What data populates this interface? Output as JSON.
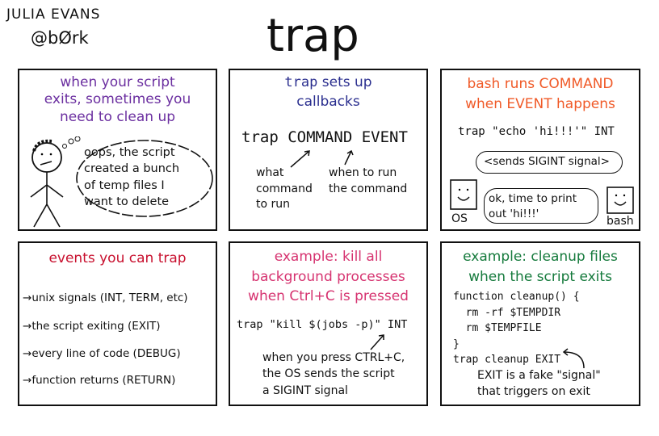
{
  "author": {
    "name": "JULIA EVANS",
    "handle": "@bØrk"
  },
  "title": "trap",
  "colors": {
    "purple": "#6b2fa0",
    "navy": "#2b2f8f",
    "orange": "#f05a28",
    "red": "#c8102e",
    "pink": "#d63370",
    "green": "#157a3c"
  },
  "panels": {
    "p1": {
      "heading": "when your script\nexits, sometimes you\nneed to clean up",
      "thought": "oops, the script\ncreated a bunch\nof temp files I\nwant to delete"
    },
    "p2": {
      "heading_code": "trap",
      "heading_rest": " sets up",
      "heading_line2": "callbacks",
      "syntax": "trap COMMAND EVENT",
      "label_command": "what\ncommand\nto run",
      "label_event": "when to run\nthe command"
    },
    "p3": {
      "heading": "bash runs COMMAND\nwhen EVENT happens",
      "code": "trap \"echo 'hi!!!'\" INT",
      "os_bubble": "<sends SIGINT signal>",
      "bash_bubble": "ok, time to print\nout 'hi!!!'",
      "os_label": "OS",
      "bash_label": "bash"
    },
    "p4": {
      "heading": "events you can trap",
      "items": [
        "unix signals (INT, TERM, etc)",
        "the script exiting (EXIT)",
        "every line of code (DEBUG)",
        "function returns (RETURN)"
      ]
    },
    "p5": {
      "heading": "example: kill all\nbackground processes\nwhen Ctrl+C is pressed",
      "code": "trap \"kill $(jobs -p)\" INT",
      "note": "when you press CTRL+C,\nthe OS sends the script\na SIGINT signal"
    },
    "p6": {
      "heading": "example: cleanup files\nwhen the script exits",
      "code": "function cleanup() {\n  rm -rf $TEMPDIR\n  rm $TEMPFILE\n}\ntrap cleanup EXIT",
      "note": "EXIT is a fake \"signal\"\nthat triggers on exit"
    }
  }
}
